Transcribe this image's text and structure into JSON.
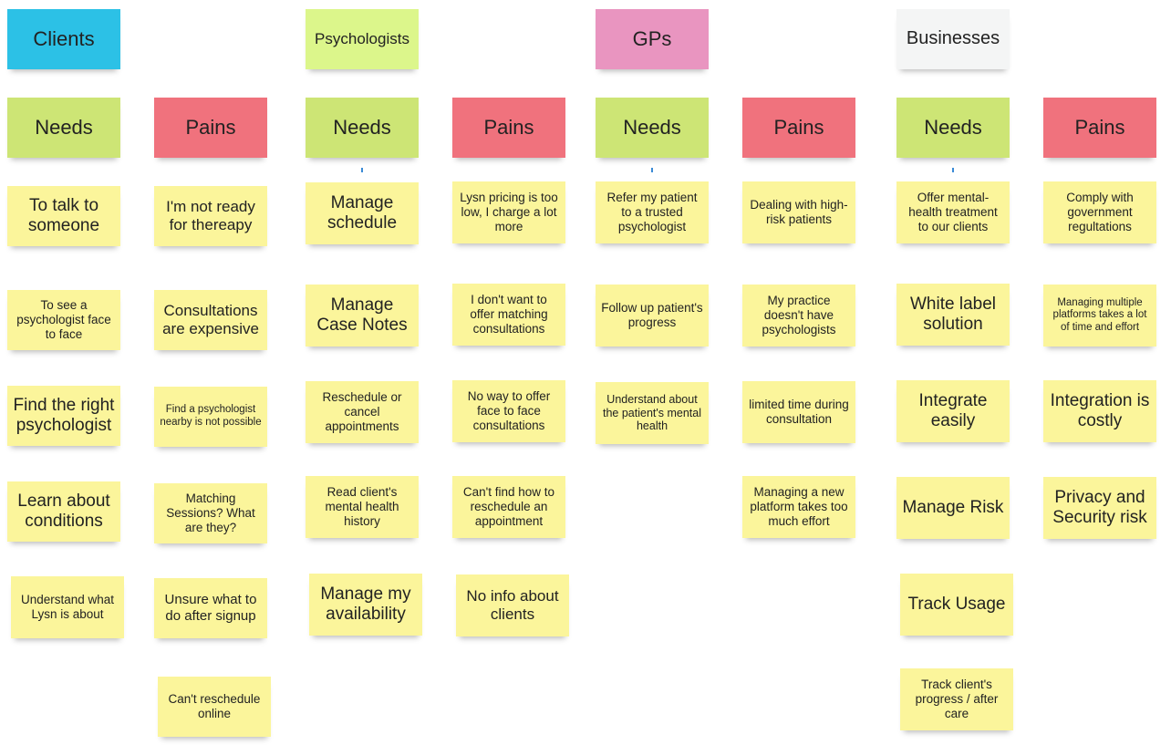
{
  "groups": {
    "clients": "Clients",
    "psychologists": "Psychologists",
    "gps": "GPs",
    "businesses": "Businesses"
  },
  "labels": {
    "needs": "Needs",
    "pains": "Pains"
  },
  "clients": {
    "needs": [
      "To talk to someone",
      "To see a psychologist face to face",
      "Find the right psychologist",
      "Learn about conditions",
      "Understand what Lysn is about"
    ],
    "pains": [
      "I'm not ready for thereapy",
      "Consultations are expensive",
      "Find a psychologist nearby is not possible",
      "Matching Sessions? What are they?",
      "Unsure what to do after signup",
      "Can't reschedule online"
    ]
  },
  "psychologists": {
    "needs": [
      "Manage schedule",
      "Manage Case Notes",
      "Reschedule or cancel appointments",
      "Read client's mental health history",
      "Manage my availability"
    ],
    "pains": [
      "Lysn pricing is too low, I charge a lot more",
      "I don't want to offer matching consultations",
      "No way to offer face to face consultations",
      "Can't find how to reschedule an appointment",
      "No info about clients"
    ]
  },
  "gps": {
    "needs": [
      "Refer my patient to a trusted psychologist",
      "Follow up patient's progress",
      "Understand about the patient's mental health"
    ],
    "pains": [
      "Dealing with high-risk patients",
      "My practice doesn't have psychologists",
      "limited time during consultation",
      "Managing a new platform takes too much effort"
    ]
  },
  "businesses": {
    "needs": [
      "Offer mental-health treatment to our clients",
      "White label solution",
      "Integrate easily",
      "Manage Risk",
      "Track Usage",
      "Track client's progress / after care"
    ],
    "pains": [
      "Comply with government regultations",
      "Managing multiple platforms takes a lot of time and effort",
      "Integration is costly",
      "Privacy and Security risk"
    ]
  }
}
